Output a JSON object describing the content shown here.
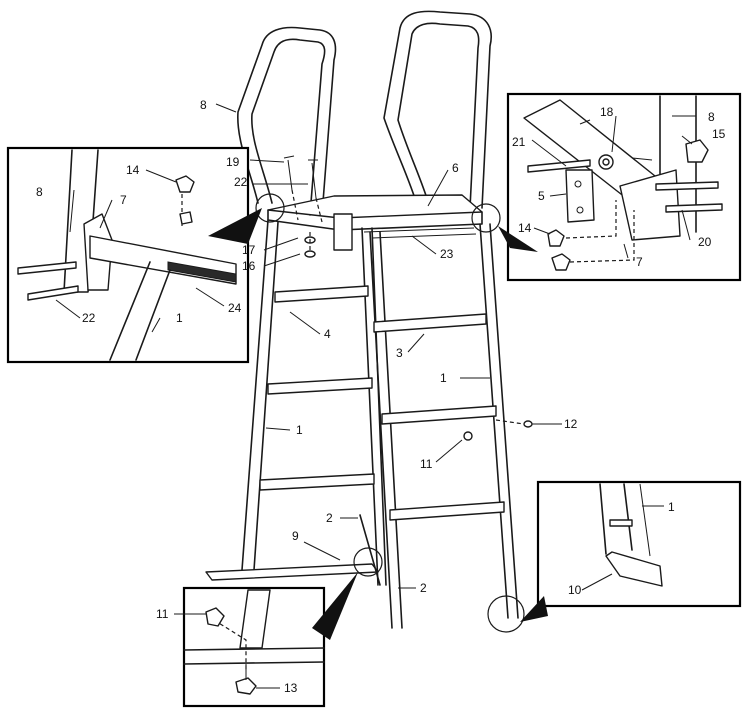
{
  "labels": {
    "l8a": "8",
    "l8b": "8",
    "l8c": "8",
    "l7a": "7",
    "l7b": "7",
    "l14a": "14",
    "l14b": "14",
    "l22a": "22",
    "l22b": "22",
    "l1a": "1",
    "l1b": "1",
    "l1c": "1",
    "l1d": "1",
    "l24": "24",
    "l19": "19",
    "l17": "17",
    "l16": "16",
    "l6": "6",
    "l23": "23",
    "l4": "4",
    "l3": "3",
    "l21": "21",
    "l18": "18",
    "l15": "15",
    "l5": "5",
    "l20": "20",
    "l12": "12",
    "l11a": "11",
    "l11b": "11",
    "l2a": "2",
    "l2b": "2",
    "l9": "9",
    "l10": "10",
    "l13": "13"
  }
}
